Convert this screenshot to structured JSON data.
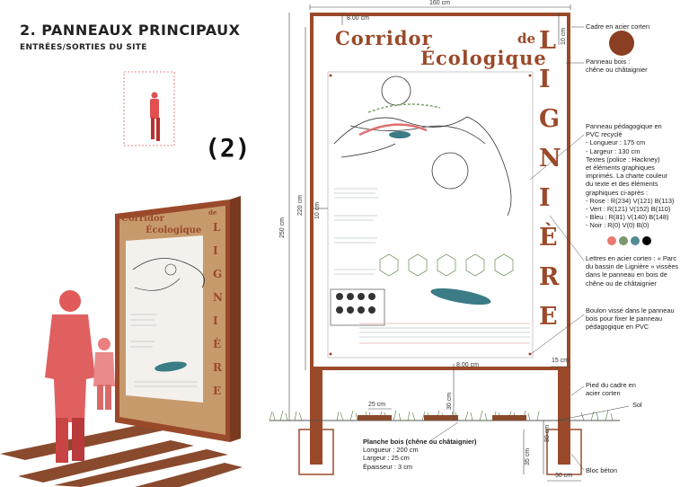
{
  "header": {
    "title": "2. PANNEAUX PRINCIPAUX",
    "subtitle": "ENTRÉES/SORTIES DU SITE",
    "number": "(2)"
  },
  "sign": {
    "title_line1": "Corridor",
    "title_line2": "Écologique",
    "title_de": "de",
    "vertical_letters": [
      "L",
      "I",
      "G",
      "N",
      "I",
      "È",
      "R",
      "E"
    ]
  },
  "dimensions": {
    "width_total": "160 cm",
    "top_margin": "8.00 cm",
    "top_frame": "10 cm",
    "side_margin": "10 cm",
    "inner_height": "220 cm",
    "total_height": "250 cm",
    "bottom_margin": "8.00 cm",
    "leg_width": "15 cm",
    "plank_width": "25 cm",
    "buried_depth": "80 cm",
    "ground_gap": "30 cm",
    "concrete_depth": "35 cm",
    "concrete_width": "30 cm"
  },
  "annotations": {
    "cadre": "Cadre en acier corten",
    "panneau_bois": [
      "Panneau bois :",
      "chêne ou châtaignier"
    ],
    "panneau_pedago": [
      "Panneau pédagogique en",
      "PVC recyclé",
      "- Longueur : 175 cm",
      "- Largeur : 130 cm",
      "Textes (police : Hackney)",
      "et éléments graphiques",
      "imprimés. La charte couleur",
      "du texte et des éléments",
      "graphiques ci-après :",
      "- Rose : R(234) V(121) B(113)",
      "- Vert : R(121) V(152) B(110)",
      "- Bleu : R(81) V(140) B(148)",
      "- Noir : R(0) V(0) B(0)"
    ],
    "lettres": [
      "Lettres en acier corten : « Parc",
      "du bassin de Lignière » vissées",
      "dans le panneau en bois de",
      "chêne ou de châtaignier"
    ],
    "boulon": [
      "Boulon vissé dans le panneau",
      "bois pour fixer le panneau",
      "pédagogique en PVC"
    ],
    "pied": [
      "Pied du cadre en",
      "acier corten"
    ],
    "sol": "Sol",
    "bloc": "Bloc béton",
    "planche": [
      "Planche bois (chêne ou châtaignier)",
      "Longueur : 200 cm",
      "Largeur : 25 cm",
      "Épaisseur : 3 cm"
    ]
  },
  "palette": {
    "corten": "#9a4a2a",
    "rose": "#ea7971",
    "vert": "#79986e",
    "bleu": "#518c94",
    "noir": "#000000",
    "wood": "#c9a47a"
  }
}
